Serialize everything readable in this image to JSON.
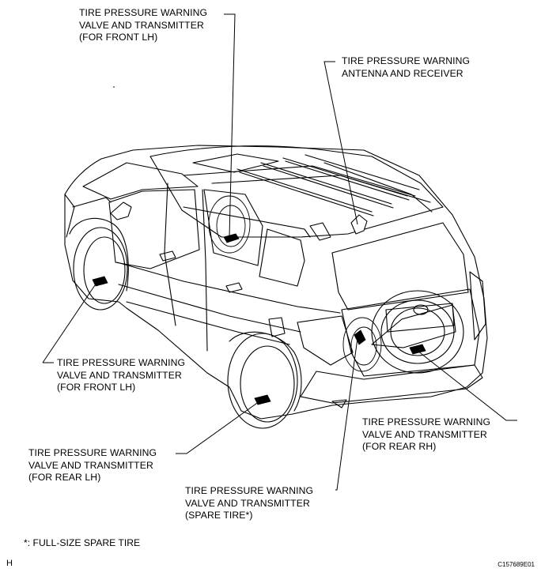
{
  "labels": {
    "front_lh_top": [
      "TIRE PRESSURE WARNING",
      "VALVE AND TRANSMITTER",
      "(FOR FRONT LH)"
    ],
    "antenna": [
      "TIRE PRESSURE WARNING",
      "ANTENNA AND RECEIVER"
    ],
    "front_lh_left": [
      "TIRE PRESSURE WARNING",
      "VALVE AND TRANSMITTER",
      "(FOR FRONT LH)"
    ],
    "rear_rh": [
      "TIRE PRESSURE WARNING",
      "VALVE AND TRANSMITTER",
      "(FOR REAR RH)"
    ],
    "rear_lh": [
      "TIRE PRESSURE WARNING",
      "VALVE AND TRANSMITTER",
      "(FOR REAR LH)"
    ],
    "spare": [
      "TIRE PRESSURE WARNING",
      "VALVE AND TRANSMITTER",
      "(SPARE TIRE*)"
    ]
  },
  "footnote": "*: FULL-SIZE SPARE TIRE",
  "corner_letter": "H",
  "figure_code": "C157689E01",
  "colors": {
    "ink": "#000000",
    "background": "#ffffff"
  }
}
